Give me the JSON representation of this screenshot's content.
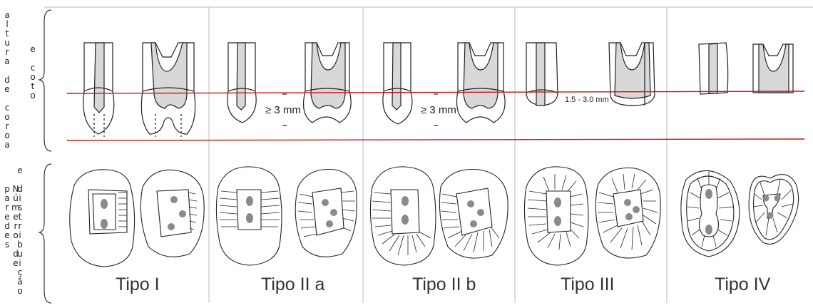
{
  "side_labels": {
    "top_left": "altura de coroa",
    "top_right": "e coto",
    "bottom_left": "Número de paredes",
    "bottom_right": "e distribuição"
  },
  "columns": [
    {
      "title": "Tipo I",
      "measurement": ""
    },
    {
      "title": "Tipo II a",
      "measurement": "≥ 3 mm"
    },
    {
      "title": "Tipo II b",
      "measurement": "≥ 3 mm"
    },
    {
      "title": "Tipo III",
      "measurement": "1.5 - 3.0 mm"
    },
    {
      "title": "Tipo IV",
      "measurement": ""
    }
  ],
  "colors": {
    "reference_line": "#d01010",
    "outline": "#222222",
    "fill": "#d8d8d8",
    "canal": "#8a8a8a",
    "divider": "#bbbbbb"
  }
}
